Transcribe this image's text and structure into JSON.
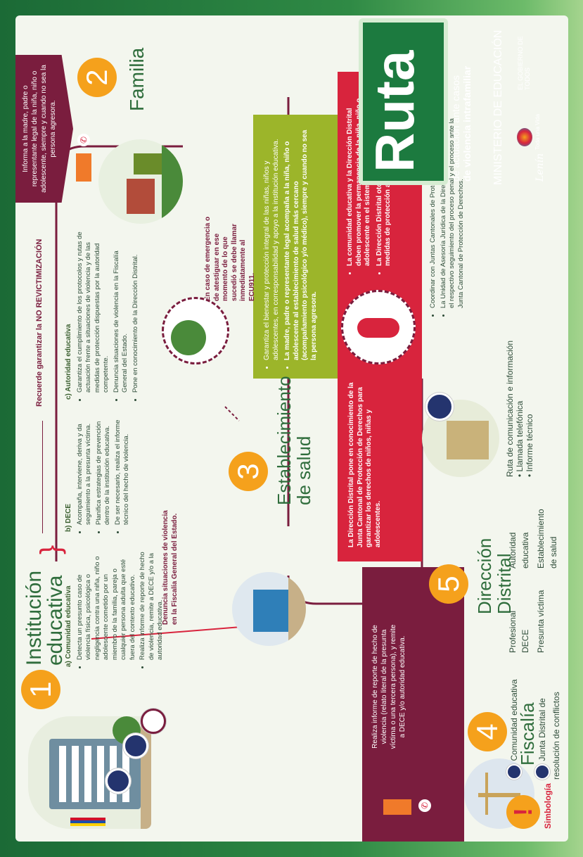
{
  "reminder": "Recuerde garantizar la NO REVICTIMIZACIÓN",
  "sections": {
    "institucion": {
      "number": "1",
      "title_line1": "Institución",
      "title_line2": "educativa",
      "a_title": "a) Comunidad educativa",
      "a_items": [
        "Detecta un presunto caso de violencia física, psicológica o negligencia contra una niña, niño o adolescente cometido por un miembro de la familia, pareja o cualquier persona adulta que esté fuera del contexto educativo.",
        "Realiza informe de reporte de hecho de violencia, remite a DECE y/o a la autoridad educativa."
      ],
      "b_title": "b) DECE",
      "b_items": [
        "Acompaña, interviene, deriva y da seguimiento a la presunta víctima.",
        "Planifica estrategias de prevención dentro de la institución educativa.",
        "De ser necesario, realiza el informe técnico del hecho de violencia."
      ],
      "c_title": "c) Autoridad educativa",
      "c_items": [
        "Garantiza el cumplimiento de los protocolos y rutas de actuación frente a situaciones de violencia y de las medidas de protección dispuestas por la autoridad competente.",
        "Denuncia situaciones de violencia en la Fiscalía General del Estado.",
        "Pone en conocimiento de la Dirección Distrital."
      ],
      "denuncia": "Denuncia situaciones de violencia en la Fiscalía General del Estado."
    },
    "familia": {
      "number": "2",
      "title": "Familia",
      "box": "Informa a la madre, padre o representante legal de la niña, niño o adolescente, siempre y cuando no sea la persona agresora."
    },
    "salud": {
      "number": "3",
      "title_line1": "Establecimiento",
      "title_line2": "de salud",
      "emergency": "En caso de emergencia o de atestiguar en ese momento de lo que sucedió se debe llamar inmediatamente al ECU911.",
      "item1": "Garantiza el bienestar y protección integral de las niñas, niños y adolescentes, en corresponsabilidad y apoyo a la institución educativa.",
      "item2": "La madre, padre o representante legal acompaña a la niña, niño o adolescente al establecimiento de salud más cercano (acompañamiento psicológico y/o médico), siempre y cuando no sea la persona agresora."
    },
    "fiscalia": {
      "number": "4",
      "title": "Fiscalía",
      "box": "Realiza informe de reporte de hecho de violencia (relato literal de la presunta víctima o una tercera persona), y remite a DECE y/o autoridad educativa."
    },
    "distrital": {
      "number": "5",
      "title_line1": "Dirección",
      "title_line2": "Distrital",
      "red1": "La Dirección Distrital pone en conocimiento de la Junta Cantonal de Protección de Derechos para garantizar los derechos de niños, niñas y adolescentes.",
      "red2a": "La comunidad educativa y la Dirección Distrital deben promover la permanencia de la niña, niño o adolescente en el sistema educativo.",
      "red2b": "La Dirección Distrital otorga inmediatamente medidas de protección a favor del estudiantado.",
      "coord1": "Coordinar con Juntas Cantonales de Protección de Derechos.",
      "coord2": "La Unidad de Asesoría Jurídica de la Dirección Distrital debe realizar el respectivo seguimiento del proceso penal y el proceso ante la Junta Cantonal de Protección de Derechos."
    }
  },
  "legend": {
    "title": "Simbología",
    "items": [
      {
        "icon": "group-icon",
        "label": "Comunidad educativa"
      },
      {
        "icon": "group-icon",
        "label": "Junta Distrital de resolución de conflictos"
      },
      {
        "icon": "person-icon",
        "label": "Profesional DECE"
      },
      {
        "icon": "victim-icon",
        "label": "Presunta víctima"
      },
      {
        "icon": "authority-icon",
        "label": "Autoridad educativa"
      },
      {
        "icon": "health-icon",
        "label": "Establecimiento de salud"
      }
    ],
    "route_title": "Ruta de comunicación e información",
    "route_items": [
      "Llamada telefónica",
      "Informe técnico"
    ]
  },
  "brand": {
    "ruta": "Ruta",
    "subtitle_line1": "de actuación ante casos",
    "subtitle_line2": "de violencia intrafamiliar",
    "ministry": "MINISTERIO DE EDUCACIÓN",
    "gov": "EL GOBIERNO DE TODOS",
    "tagline": "Toda una Vida",
    "signature": "Lenín"
  },
  "colors": {
    "dark_green": "#1b6a36",
    "wine": "#7a1d3e",
    "red": "#d8243d",
    "olive": "#9cb52a",
    "orange": "#f5a11c"
  }
}
